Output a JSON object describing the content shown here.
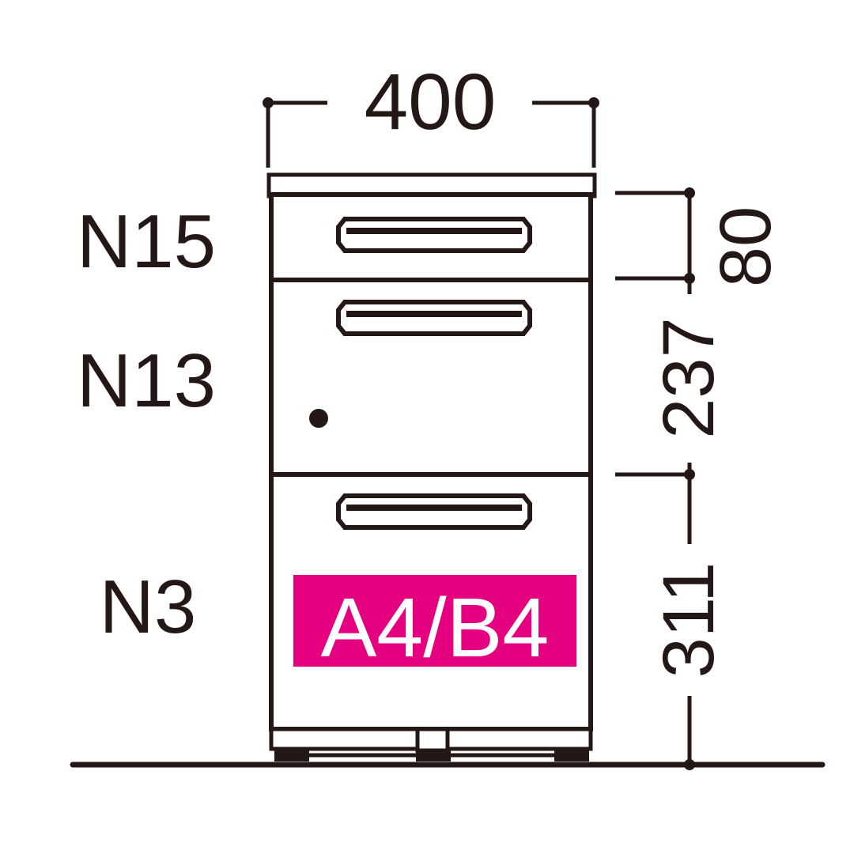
{
  "dimensions": {
    "width": "400",
    "heights": [
      "80",
      "237",
      "311"
    ]
  },
  "drawers": [
    {
      "label": "N15"
    },
    {
      "label": "N13"
    },
    {
      "label": "N3"
    }
  ],
  "badge": {
    "text": "A4/B4",
    "color": "#e4007f",
    "text_color": "#ffffff"
  },
  "colors": {
    "line": "#231815",
    "background": "#ffffff"
  }
}
